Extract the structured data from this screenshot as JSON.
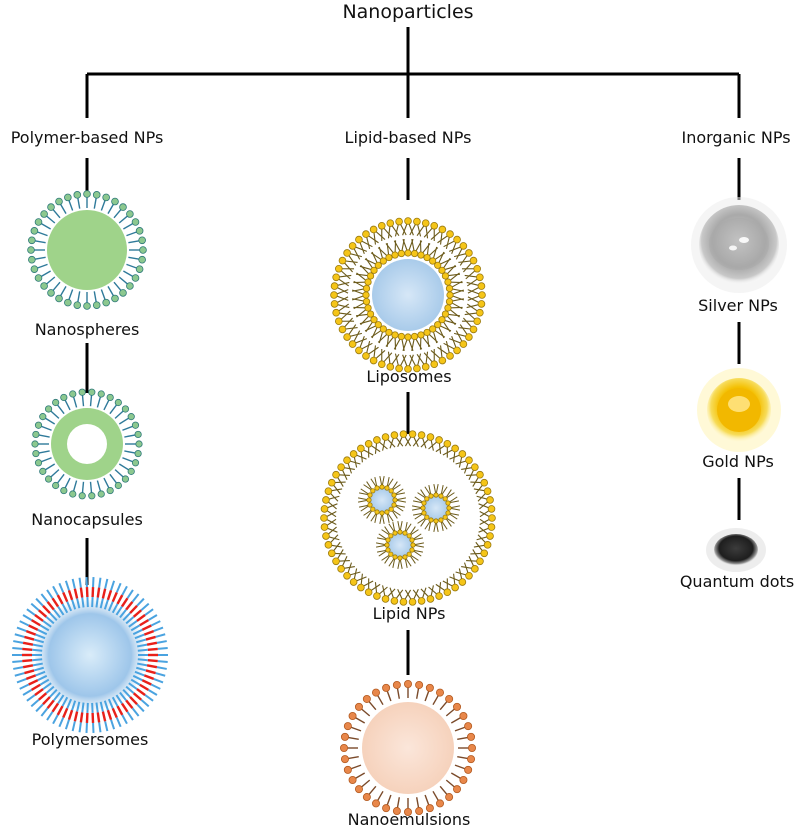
{
  "title": "Nanoparticles",
  "categories": [
    {
      "label": "Polymer-based NPs",
      "items": [
        {
          "label": "Nanospheres",
          "icon": "nanosphere-icon"
        },
        {
          "label": "Nanocapsules",
          "icon": "nanocapsule-icon"
        },
        {
          "label": "Polymersomes",
          "icon": "polymersome-icon"
        }
      ]
    },
    {
      "label": "Lipid-based NPs",
      "items": [
        {
          "label": "Liposomes",
          "icon": "liposome-icon"
        },
        {
          "label": "Lipid NPs",
          "icon": "lipid-np-icon"
        },
        {
          "label": "Nanoemulsions",
          "icon": "nanoemulsion-icon"
        }
      ]
    },
    {
      "label": "Inorganic NPs",
      "items": [
        {
          "label": "Silver NPs",
          "icon": "silver-np-icon"
        },
        {
          "label": "Gold NPs",
          "icon": "gold-np-icon"
        },
        {
          "label": "Quantum dots",
          "icon": "quantum-dot-icon"
        }
      ]
    }
  ],
  "colors": {
    "connector": "#000000",
    "polymer_head": "#8cc88f",
    "polymer_head_stroke": "#2f7a7a",
    "polymer_tail": "#2f7a9a",
    "polymer_core": "#9fd38a",
    "polymersome_blue": "#4aa3e0",
    "polymersome_red": "#e8201a",
    "lipid_head": "#f5c518",
    "lipid_head_stroke": "#9a7a10",
    "lipid_tail": "#6b5a1a",
    "aqueous_core": "#b9d6ef",
    "nanoemulsion_head": "#e8874a",
    "nanoemulsion_core": "#f8d8c4",
    "silver": "#b8b8b8",
    "gold": "#f5c400",
    "quantum_dot": "#2a2a2a"
  }
}
